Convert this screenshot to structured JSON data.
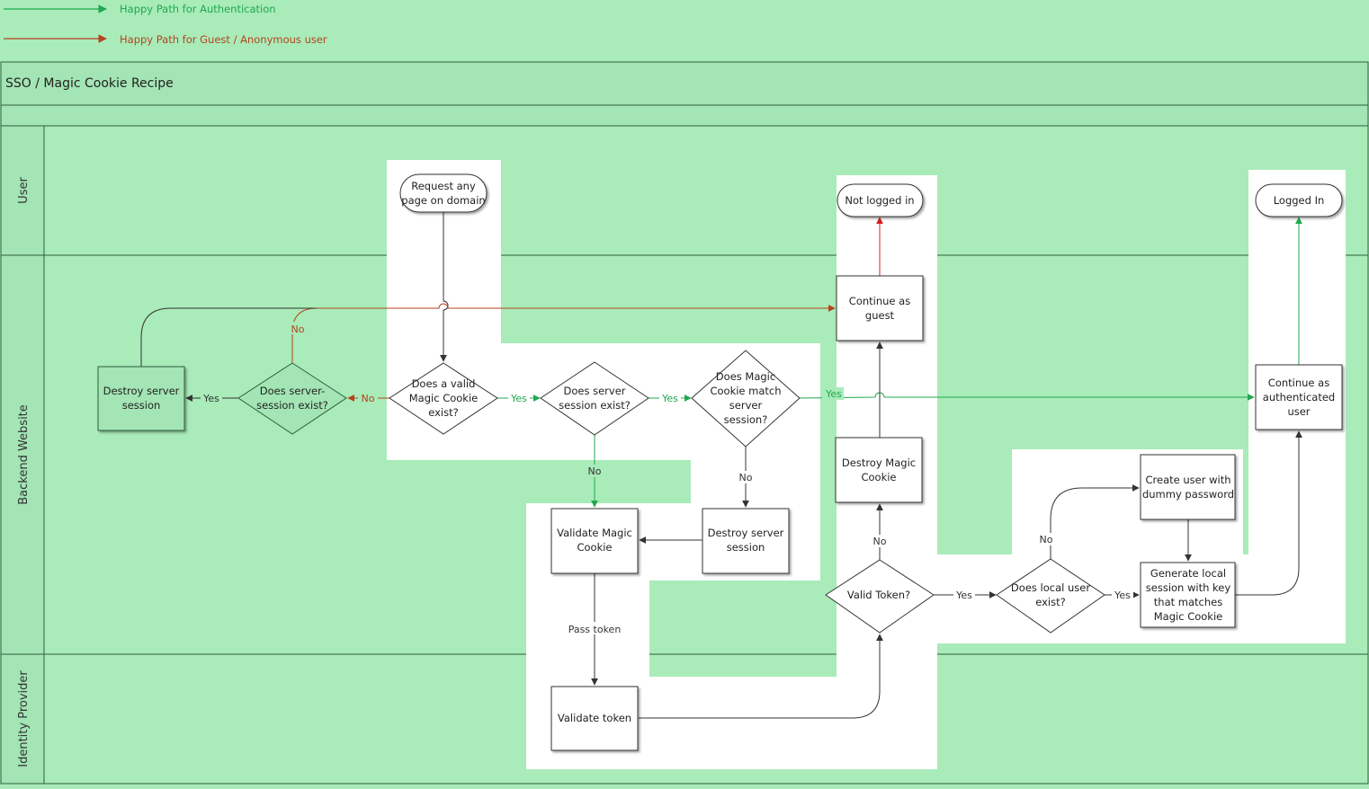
{
  "colors": {
    "background": "#a9ebb9",
    "border": "#2f5f3c",
    "auth_path": "#1fa84f",
    "guest_path": "#b5431e",
    "error_path": "#d42020",
    "neutral_path": "#333333",
    "highlight_region": "#ffffff"
  },
  "legend": {
    "auth": "Happy Path for Authentication",
    "guest": "Happy Path for Guest / Anonymous user"
  },
  "title": "SSO / Magic Cookie Recipe",
  "lanes": {
    "user": "User",
    "backend": "Backend Website",
    "idp": "Identity Provider"
  },
  "nodes": {
    "request": [
      "Request any",
      "page on domain"
    ],
    "not_logged_in": [
      "Not logged in"
    ],
    "logged_in": [
      "Logged In"
    ],
    "continue_guest": [
      "Continue as",
      "guest"
    ],
    "destroy_session_left": [
      "Destroy server",
      "session"
    ],
    "server_session_exist_left": [
      "Does server-",
      "session exist?"
    ],
    "valid_cookie": [
      "Does a valid",
      "Magic Cookie",
      "exist?"
    ],
    "server_session_exist": [
      "Does server",
      "session exist?"
    ],
    "cookie_match": [
      "Does Magic",
      "Cookie match",
      "server",
      "session?"
    ],
    "continue_auth": [
      "Continue as",
      "authenticated",
      "user"
    ],
    "validate_cookie": [
      "Validate Magic",
      "Cookie"
    ],
    "destroy_session_mid": [
      "Destroy server",
      "session"
    ],
    "destroy_cookie": [
      "Destroy Magic",
      "Cookie"
    ],
    "valid_token": [
      "Valid Token?"
    ],
    "local_user": [
      "Does local user",
      "exist?"
    ],
    "create_user": [
      "Create user with",
      "dummy password"
    ],
    "generate_session": [
      "Generate local",
      "session with key",
      "that matches",
      "Magic Cookie"
    ],
    "validate_token": [
      "Validate token"
    ]
  },
  "edge_labels": {
    "yes": "Yes",
    "no": "No",
    "pass_token": "Pass token"
  },
  "icons": {
    "arrowhead": "arrowhead-icon"
  }
}
